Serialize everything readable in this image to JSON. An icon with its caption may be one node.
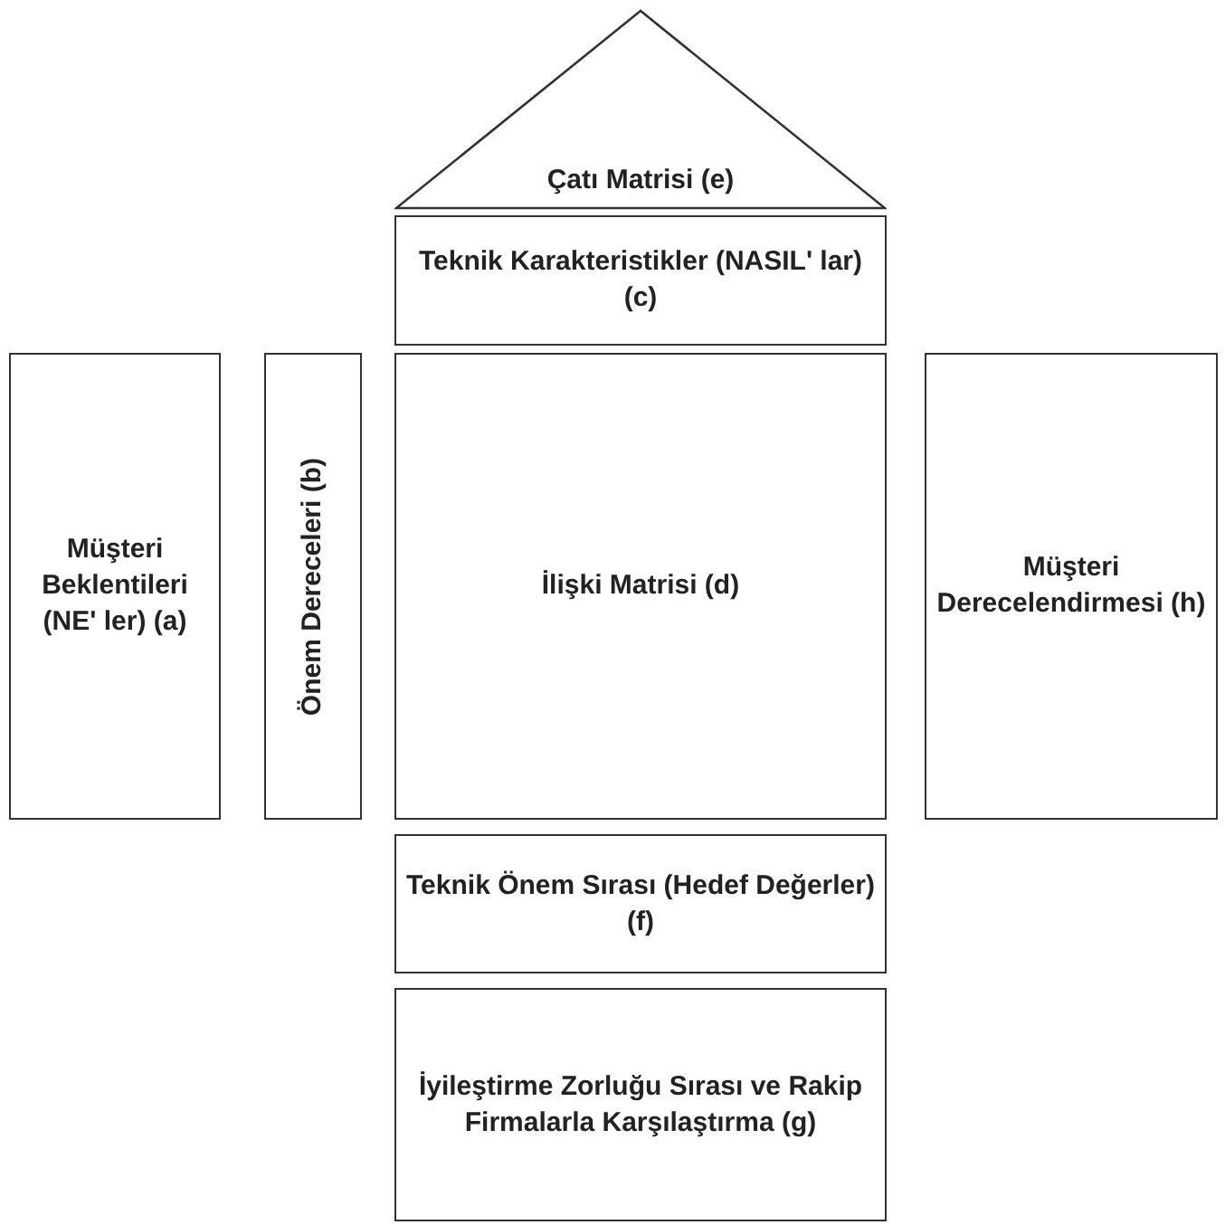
{
  "diagram": {
    "nodes": [
      {
        "text": [
          "Çatı Matrisi (e)"
        ]
      },
      {
        "text": [
          "Teknik Karakteristikler (NASIL' lar) (c)"
        ]
      },
      {
        "text": [
          "Müşteri Beklentileri (NE' ler) (a)"
        ]
      },
      {
        "text": [
          "Önem Dereceleri (b)"
        ]
      },
      {
        "text": [
          "İlişki Matrisi (d)"
        ]
      },
      {
        "text": [
          "Müşteri Derecelendirmesi (h)"
        ]
      },
      {
        "text": [
          "Teknik Önem Sırası (Hedef Değerler) (f)"
        ]
      },
      {
        "text": [
          "İyileştirme Zorluğu Sırası ve Rakip Firmalarla Karşılaştırma (g)"
        ]
      }
    ],
    "edges": []
  }
}
